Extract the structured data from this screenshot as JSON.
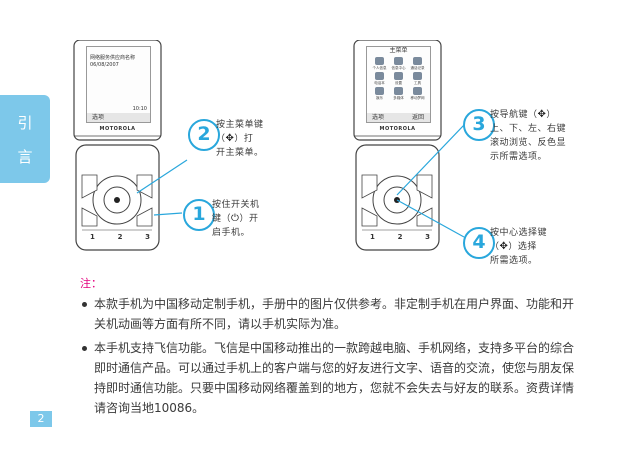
{
  "section_tab": {
    "chars": [
      "引",
      "言"
    ]
  },
  "phone_left": {
    "screen_line1": "网络服务供应商名称",
    "screen_line2": "06/08/2007",
    "clock": "10:10",
    "soft_left": "选项",
    "brand": "MOTOROLA",
    "keys": [
      "1",
      "2",
      "3"
    ]
  },
  "phone_right": {
    "title": "主菜单",
    "menu_items": [
      "个人信息",
      "信息中心",
      "通话记录",
      "电话本",
      "设置",
      "工具",
      "娱乐",
      "多媒体",
      "移动梦网"
    ],
    "soft_left": "选项",
    "soft_right": "返回",
    "brand": "MOTOROLA",
    "keys": [
      "1",
      "2",
      "3"
    ]
  },
  "callouts": [
    {
      "num": "2",
      "lines": [
        "按主菜单键",
        "（",
        "）打",
        "开主菜单。"
      ]
    },
    {
      "num": "1",
      "lines": [
        "按住开关机",
        "键（",
        "）开",
        "启手机。"
      ]
    },
    {
      "num": "3",
      "lines": [
        "按导航键（",
        "）",
        "上、下、左、右键",
        "滚动浏览、反色显",
        "示所需选项。"
      ]
    },
    {
      "num": "4",
      "lines": [
        "按中心选择键",
        "（",
        "）选择",
        "所需选项。"
      ]
    }
  ],
  "notes": {
    "title": "注：",
    "items": [
      "本款手机为中国移动定制手机，手册中的图片仅供参考。非定制手机在用户界面、功能和开关机动画等方面有所不同，请以手机实际为准。",
      "本手机支持飞信功能。飞信是中国移动推出的一款跨越电脑、手机网络，支持多平台的综合即时通信产品。可以通过手机上的客户端与您的好友进行文字、语音的交流，使您与朋友保持即时通信功能。只要中国移动网络覆盖到的地方，您就不会失去与好友的联系。资费详情请咨询当地10086。"
    ]
  },
  "page_number": "2",
  "colors": {
    "accent": "#29a7dc",
    "tab": "#7dc8ea",
    "note_title": "#e3007f"
  }
}
